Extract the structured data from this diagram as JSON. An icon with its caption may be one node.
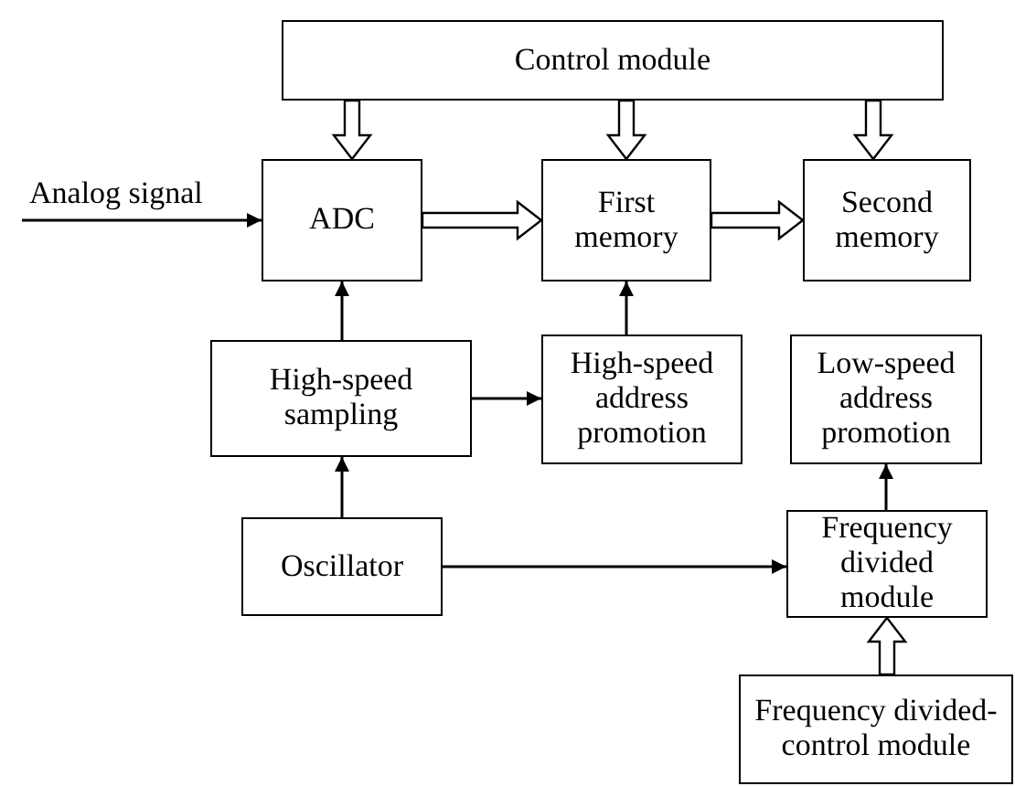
{
  "diagram": {
    "nodes": [
      {
        "text": [
          "Control module"
        ]
      },
      {
        "text": [
          "ADC"
        ]
      },
      {
        "text": [
          "First memory"
        ]
      },
      {
        "text": [
          "Second memory"
        ]
      },
      {
        "text": [
          "High-speed sampling"
        ]
      },
      {
        "text": [
          "High-speed address promotion"
        ]
      },
      {
        "text": [
          "Low-speed address promotion"
        ]
      },
      {
        "text": [
          "Oscillator"
        ]
      },
      {
        "text": [
          "Frequency divided module"
        ]
      },
      {
        "text": [
          "Frequency divided-control module"
        ]
      }
    ],
    "edges": [
      {
        "from": null,
        "to": 1,
        "arrow": "to",
        "label": "Analog signal"
      },
      {
        "from": 0,
        "to": 1,
        "arrow": "to",
        "style": "thick"
      },
      {
        "from": 0,
        "to": 2,
        "arrow": "to",
        "style": "thick"
      },
      {
        "from": 0,
        "to": 3,
        "arrow": "to",
        "style": "thick"
      },
      {
        "from": 1,
        "to": 2,
        "arrow": "to",
        "style": "thick"
      },
      {
        "from": 2,
        "to": 3,
        "arrow": "to",
        "style": "thick"
      },
      {
        "from": 4,
        "to": 1,
        "arrow": "to"
      },
      {
        "from": 4,
        "to": 5,
        "arrow": "to"
      },
      {
        "from": 5,
        "to": 2,
        "arrow": "to"
      },
      {
        "from": 7,
        "to": 4,
        "arrow": "to"
      },
      {
        "from": 7,
        "to": 8,
        "arrow": "to"
      },
      {
        "from": 8,
        "to": 6,
        "arrow": "to"
      },
      {
        "from": 9,
        "to": 8,
        "arrow": "to",
        "style": "thick"
      }
    ]
  }
}
